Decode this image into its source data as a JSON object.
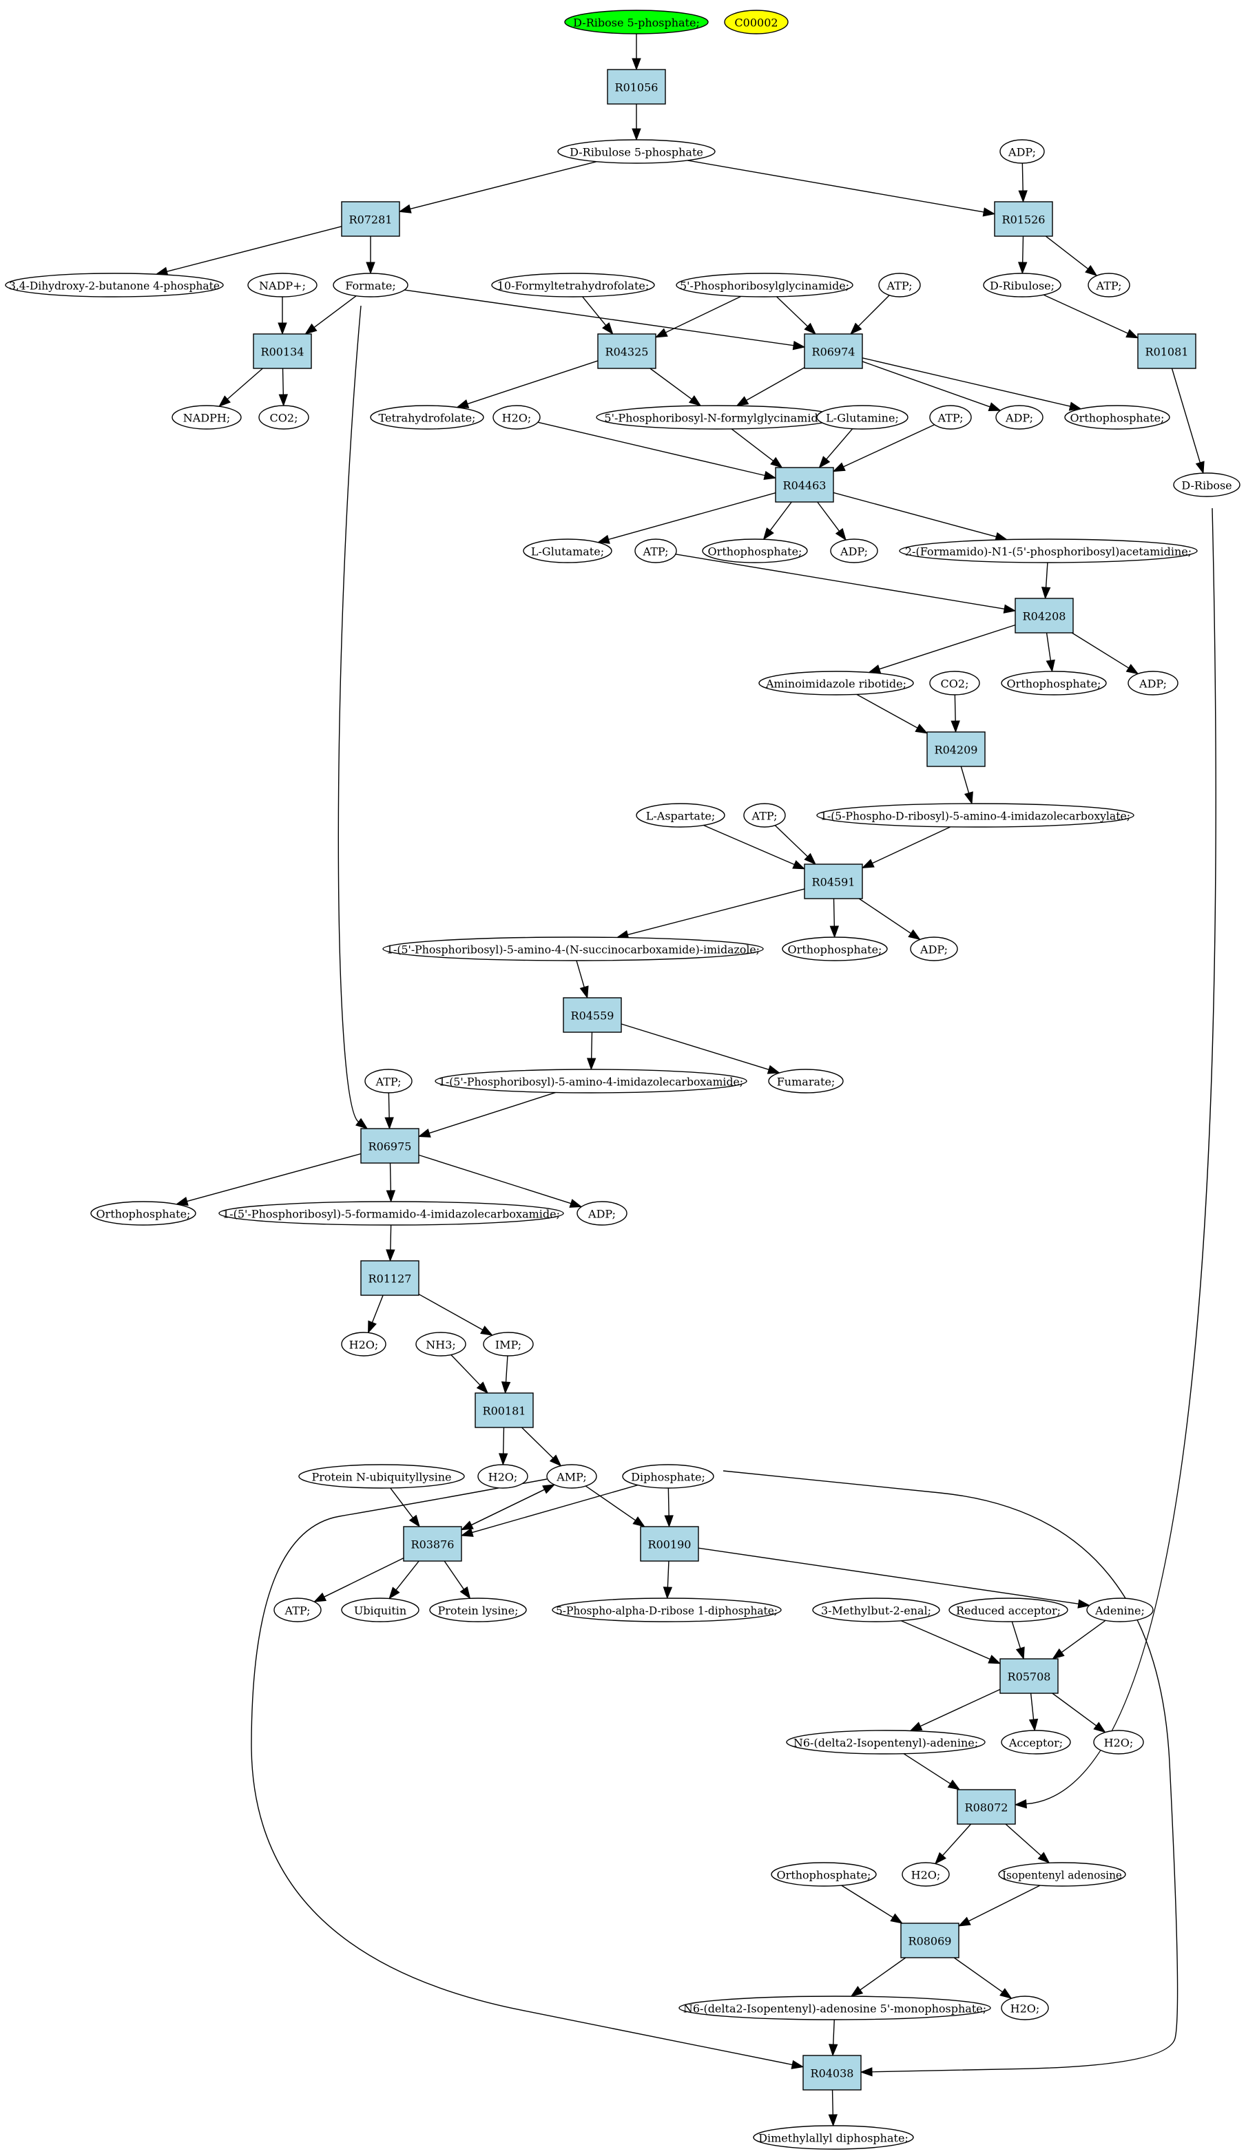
{
  "colors": {
    "source_compound": "#00ff00",
    "highlight_compound": "#ffff00",
    "compound": "#ffffff",
    "reaction": "#add8e6"
  },
  "nodes": [
    {
      "id": "c_start",
      "kind": "compound",
      "label": "D-Ribose 5-phosphate;",
      "fill": "#00ff00"
    },
    {
      "id": "c_c00002",
      "kind": "compound",
      "label": "C00002",
      "fill": "#ffff00"
    },
    {
      "id": "R01056",
      "kind": "reaction",
      "label": "R01056"
    },
    {
      "id": "c_ribulose5p",
      "kind": "compound",
      "label": "D-Ribulose 5-phosphate"
    },
    {
      "id": "c_adp1",
      "kind": "compound",
      "label": "ADP;"
    },
    {
      "id": "R07281",
      "kind": "reaction",
      "label": "R07281"
    },
    {
      "id": "R01526",
      "kind": "reaction",
      "label": "R01526"
    },
    {
      "id": "c_dhbp",
      "kind": "compound",
      "label": "3,4-Dihydroxy-2-butanone 4-phosphate"
    },
    {
      "id": "c_nadp",
      "kind": "compound",
      "label": "NADP+;"
    },
    {
      "id": "c_formate",
      "kind": "compound",
      "label": "Formate;"
    },
    {
      "id": "c_10fthf",
      "kind": "compound",
      "label": "10-Formyltetrahydrofolate;"
    },
    {
      "id": "c_gar",
      "kind": "compound",
      "label": "5'-Phosphoribosylglycinamide;"
    },
    {
      "id": "c_atp1",
      "kind": "compound",
      "label": "ATP;"
    },
    {
      "id": "c_dribulose",
      "kind": "compound",
      "label": "D-Ribulose;"
    },
    {
      "id": "c_atp2",
      "kind": "compound",
      "label": "ATP;"
    },
    {
      "id": "R00134",
      "kind": "reaction",
      "label": "R00134"
    },
    {
      "id": "R04325",
      "kind": "reaction",
      "label": "R04325"
    },
    {
      "id": "R06974",
      "kind": "reaction",
      "label": "R06974"
    },
    {
      "id": "R01081",
      "kind": "reaction",
      "label": "R01081"
    },
    {
      "id": "c_nadph",
      "kind": "compound",
      "label": "NADPH;"
    },
    {
      "id": "c_co2a",
      "kind": "compound",
      "label": "CO2;"
    },
    {
      "id": "c_thf",
      "kind": "compound",
      "label": "Tetrahydrofolate;"
    },
    {
      "id": "c_h2o1",
      "kind": "compound",
      "label": "H2O;"
    },
    {
      "id": "c_fgar",
      "kind": "compound",
      "label": "5'-Phosphoribosyl-N-formylglycinamide;"
    },
    {
      "id": "c_gln",
      "kind": "compound",
      "label": "L-Glutamine;"
    },
    {
      "id": "c_atp3",
      "kind": "compound",
      "label": "ATP;"
    },
    {
      "id": "c_adp2",
      "kind": "compound",
      "label": "ADP;"
    },
    {
      "id": "c_pi1",
      "kind": "compound",
      "label": "Orthophosphate;"
    },
    {
      "id": "c_dribose",
      "kind": "compound",
      "label": "D-Ribose"
    },
    {
      "id": "R04463",
      "kind": "reaction",
      "label": "R04463"
    },
    {
      "id": "c_glu",
      "kind": "compound",
      "label": "L-Glutamate;"
    },
    {
      "id": "c_atp4",
      "kind": "compound",
      "label": "ATP;"
    },
    {
      "id": "c_pi2",
      "kind": "compound",
      "label": "Orthophosphate;"
    },
    {
      "id": "c_adp3",
      "kind": "compound",
      "label": "ADP;"
    },
    {
      "id": "c_fgam",
      "kind": "compound",
      "label": "2-(Formamido)-N1-(5'-phosphoribosyl)acetamidine;"
    },
    {
      "id": "R04208",
      "kind": "reaction",
      "label": "R04208"
    },
    {
      "id": "c_air",
      "kind": "compound",
      "label": "Aminoimidazole ribotide;"
    },
    {
      "id": "c_co2b",
      "kind": "compound",
      "label": "CO2;"
    },
    {
      "id": "c_pi3",
      "kind": "compound",
      "label": "Orthophosphate;"
    },
    {
      "id": "c_adp4",
      "kind": "compound",
      "label": "ADP;"
    },
    {
      "id": "R04209",
      "kind": "reaction",
      "label": "R04209"
    },
    {
      "id": "c_asp",
      "kind": "compound",
      "label": "L-Aspartate;"
    },
    {
      "id": "c_atp5",
      "kind": "compound",
      "label": "ATP;"
    },
    {
      "id": "c_cair",
      "kind": "compound",
      "label": "1-(5-Phospho-D-ribosyl)-5-amino-4-imidazolecarboxylate;"
    },
    {
      "id": "R04591",
      "kind": "reaction",
      "label": "R04591"
    },
    {
      "id": "c_saicar",
      "kind": "compound",
      "label": "1-(5'-Phosphoribosyl)-5-amino-4-(N-succinocarboxamide)-imidazole;"
    },
    {
      "id": "c_pi4",
      "kind": "compound",
      "label": "Orthophosphate;"
    },
    {
      "id": "c_adp5",
      "kind": "compound",
      "label": "ADP;"
    },
    {
      "id": "R04559",
      "kind": "reaction",
      "label": "R04559"
    },
    {
      "id": "c_atp6",
      "kind": "compound",
      "label": "ATP;"
    },
    {
      "id": "c_aicar",
      "kind": "compound",
      "label": "1-(5'-Phosphoribosyl)-5-amino-4-imidazolecarboxamide;"
    },
    {
      "id": "c_fumarate",
      "kind": "compound",
      "label": "Fumarate;"
    },
    {
      "id": "R06975",
      "kind": "reaction",
      "label": "R06975"
    },
    {
      "id": "c_pi5",
      "kind": "compound",
      "label": "Orthophosphate;"
    },
    {
      "id": "c_faicar",
      "kind": "compound",
      "label": "1-(5'-Phosphoribosyl)-5-formamido-4-imidazolecarboxamide;"
    },
    {
      "id": "c_adp6",
      "kind": "compound",
      "label": "ADP;"
    },
    {
      "id": "R01127",
      "kind": "reaction",
      "label": "R01127"
    },
    {
      "id": "c_h2o2",
      "kind": "compound",
      "label": "H2O;"
    },
    {
      "id": "c_nh3",
      "kind": "compound",
      "label": "NH3;"
    },
    {
      "id": "c_imp",
      "kind": "compound",
      "label": "IMP;"
    },
    {
      "id": "R00181",
      "kind": "reaction",
      "label": "R00181"
    },
    {
      "id": "c_ubi_lys",
      "kind": "compound",
      "label": "Protein N-ubiquityllysine"
    },
    {
      "id": "c_h2o3",
      "kind": "compound",
      "label": "H2O;"
    },
    {
      "id": "c_amp",
      "kind": "compound",
      "label": "AMP;"
    },
    {
      "id": "c_ppi",
      "kind": "compound",
      "label": "Diphosphate;"
    },
    {
      "id": "R03876",
      "kind": "reaction",
      "label": "R03876"
    },
    {
      "id": "R00190",
      "kind": "reaction",
      "label": "R00190"
    },
    {
      "id": "c_atp7",
      "kind": "compound",
      "label": "ATP;"
    },
    {
      "id": "c_ubiquitin",
      "kind": "compound",
      "label": "Ubiquitin"
    },
    {
      "id": "c_prot_lys",
      "kind": "compound",
      "label": "Protein lysine;"
    },
    {
      "id": "c_prpp",
      "kind": "compound",
      "label": "5-Phospho-alpha-D-ribose 1-diphosphate;"
    },
    {
      "id": "c_methylbutenal",
      "kind": "compound",
      "label": "3-Methylbut-2-enal;"
    },
    {
      "id": "c_redacc",
      "kind": "compound",
      "label": "Reduced acceptor;"
    },
    {
      "id": "c_adenine",
      "kind": "compound",
      "label": "Adenine;"
    },
    {
      "id": "R05708",
      "kind": "reaction",
      "label": "R05708"
    },
    {
      "id": "c_n6ipa",
      "kind": "compound",
      "label": "N6-(delta2-Isopentenyl)-adenine;"
    },
    {
      "id": "c_acceptor",
      "kind": "compound",
      "label": "Acceptor;"
    },
    {
      "id": "c_h2o4",
      "kind": "compound",
      "label": "H2O;"
    },
    {
      "id": "R08072",
      "kind": "reaction",
      "label": "R08072"
    },
    {
      "id": "c_pi6",
      "kind": "compound",
      "label": "Orthophosphate;"
    },
    {
      "id": "c_h2o5",
      "kind": "compound",
      "label": "H2O;"
    },
    {
      "id": "c_ipado",
      "kind": "compound",
      "label": "Isopentenyl adenosine"
    },
    {
      "id": "R08069",
      "kind": "reaction",
      "label": "R08069"
    },
    {
      "id": "c_ipamp",
      "kind": "compound",
      "label": "N6-(delta2-Isopentenyl)-adenosine 5'-monophosphate;"
    },
    {
      "id": "c_h2o6",
      "kind": "compound",
      "label": "H2O;"
    },
    {
      "id": "R04038",
      "kind": "reaction",
      "label": "R04038"
    },
    {
      "id": "c_dmapp",
      "kind": "compound",
      "label": "Dimethylallyl diphosphate;"
    }
  ],
  "edges": [
    [
      "c_start",
      "R01056"
    ],
    [
      "R01056",
      "c_ribulose5p"
    ],
    [
      "c_ribulose5p",
      "R07281"
    ],
    [
      "c_ribulose5p",
      "R01526"
    ],
    [
      "c_adp1",
      "R01526"
    ],
    [
      "R07281",
      "c_dhbp"
    ],
    [
      "R07281",
      "c_formate"
    ],
    [
      "R01526",
      "c_dribulose"
    ],
    [
      "R01526",
      "c_atp2"
    ],
    [
      "c_nadp",
      "R00134"
    ],
    [
      "c_formate",
      "R00134"
    ],
    [
      "R00134",
      "c_nadph"
    ],
    [
      "R00134",
      "c_co2a"
    ],
    [
      "c_10fthf",
      "R04325"
    ],
    [
      "c_gar",
      "R04325"
    ],
    [
      "R04325",
      "c_thf"
    ],
    [
      "R04325",
      "c_fgar"
    ],
    [
      "c_formate",
      "R06974"
    ],
    [
      "c_gar",
      "R06974"
    ],
    [
      "c_atp1",
      "R06974"
    ],
    [
      "R06974",
      "c_fgar"
    ],
    [
      "R06974",
      "c_adp2"
    ],
    [
      "R06974",
      "c_pi1"
    ],
    [
      "c_dribulose",
      "R01081"
    ],
    [
      "R01081",
      "c_dribose"
    ],
    [
      "c_h2o1",
      "R04463"
    ],
    [
      "c_fgar",
      "R04463"
    ],
    [
      "c_gln",
      "R04463"
    ],
    [
      "c_atp3",
      "R04463"
    ],
    [
      "R04463",
      "c_glu"
    ],
    [
      "R04463",
      "c_pi2"
    ],
    [
      "R04463",
      "c_adp3"
    ],
    [
      "R04463",
      "c_fgam"
    ],
    [
      "c_atp4",
      "R04208"
    ],
    [
      "c_fgam",
      "R04208"
    ],
    [
      "R04208",
      "c_air"
    ],
    [
      "R04208",
      "c_pi3"
    ],
    [
      "R04208",
      "c_adp4"
    ],
    [
      "c_air",
      "R04209"
    ],
    [
      "c_co2b",
      "R04209"
    ],
    [
      "R04209",
      "c_cair"
    ],
    [
      "c_asp",
      "R04591"
    ],
    [
      "c_atp5",
      "R04591"
    ],
    [
      "c_cair",
      "R04591"
    ],
    [
      "R04591",
      "c_saicar"
    ],
    [
      "R04591",
      "c_pi4"
    ],
    [
      "R04591",
      "c_adp5"
    ],
    [
      "c_saicar",
      "R04559"
    ],
    [
      "R04559",
      "c_aicar"
    ],
    [
      "R04559",
      "c_fumarate"
    ],
    [
      "c_formate",
      "R06975"
    ],
    [
      "c_atp6",
      "R06975"
    ],
    [
      "c_aicar",
      "R06975"
    ],
    [
      "R06975",
      "c_pi5"
    ],
    [
      "R06975",
      "c_faicar"
    ],
    [
      "R06975",
      "c_adp6"
    ],
    [
      "c_faicar",
      "R01127"
    ],
    [
      "R01127",
      "c_h2o2"
    ],
    [
      "R01127",
      "c_imp"
    ],
    [
      "c_nh3",
      "R00181"
    ],
    [
      "c_imp",
      "R00181"
    ],
    [
      "R00181",
      "c_h2o3"
    ],
    [
      "R00181",
      "c_amp"
    ],
    [
      "c_ubi_lys",
      "R03876"
    ],
    [
      "c_amp",
      "R03876"
    ],
    [
      "c_ppi",
      "R03876"
    ],
    [
      "R03876",
      "c_atp7"
    ],
    [
      "R03876",
      "c_ubiquitin"
    ],
    [
      "R03876",
      "c_prot_lys"
    ],
    [
      "R03876",
      "c_amp"
    ],
    [
      "c_amp",
      "R00190"
    ],
    [
      "c_ppi",
      "R00190"
    ],
    [
      "R00190",
      "c_prpp"
    ],
    [
      "R00190",
      "c_adenine"
    ],
    [
      "c_methylbutenal",
      "R05708"
    ],
    [
      "c_redacc",
      "R05708"
    ],
    [
      "c_adenine",
      "R05708"
    ],
    [
      "R05708",
      "c_n6ipa"
    ],
    [
      "R05708",
      "c_acceptor"
    ],
    [
      "R05708",
      "c_h2o4"
    ],
    [
      "c_n6ipa",
      "R08072"
    ],
    [
      "c_dribose",
      "R08072"
    ],
    [
      "R08072",
      "c_h2o5"
    ],
    [
      "R08072",
      "c_ipado"
    ],
    [
      "c_pi6",
      "R08069"
    ],
    [
      "c_ipado",
      "R08069"
    ],
    [
      "R08069",
      "c_ipamp"
    ],
    [
      "R08069",
      "c_h2o6"
    ],
    [
      "c_ipamp",
      "R04038"
    ],
    [
      "c_ppi",
      "R04038"
    ],
    [
      "c_amp",
      "R04038"
    ],
    [
      "R04038",
      "c_dmapp"
    ]
  ]
}
